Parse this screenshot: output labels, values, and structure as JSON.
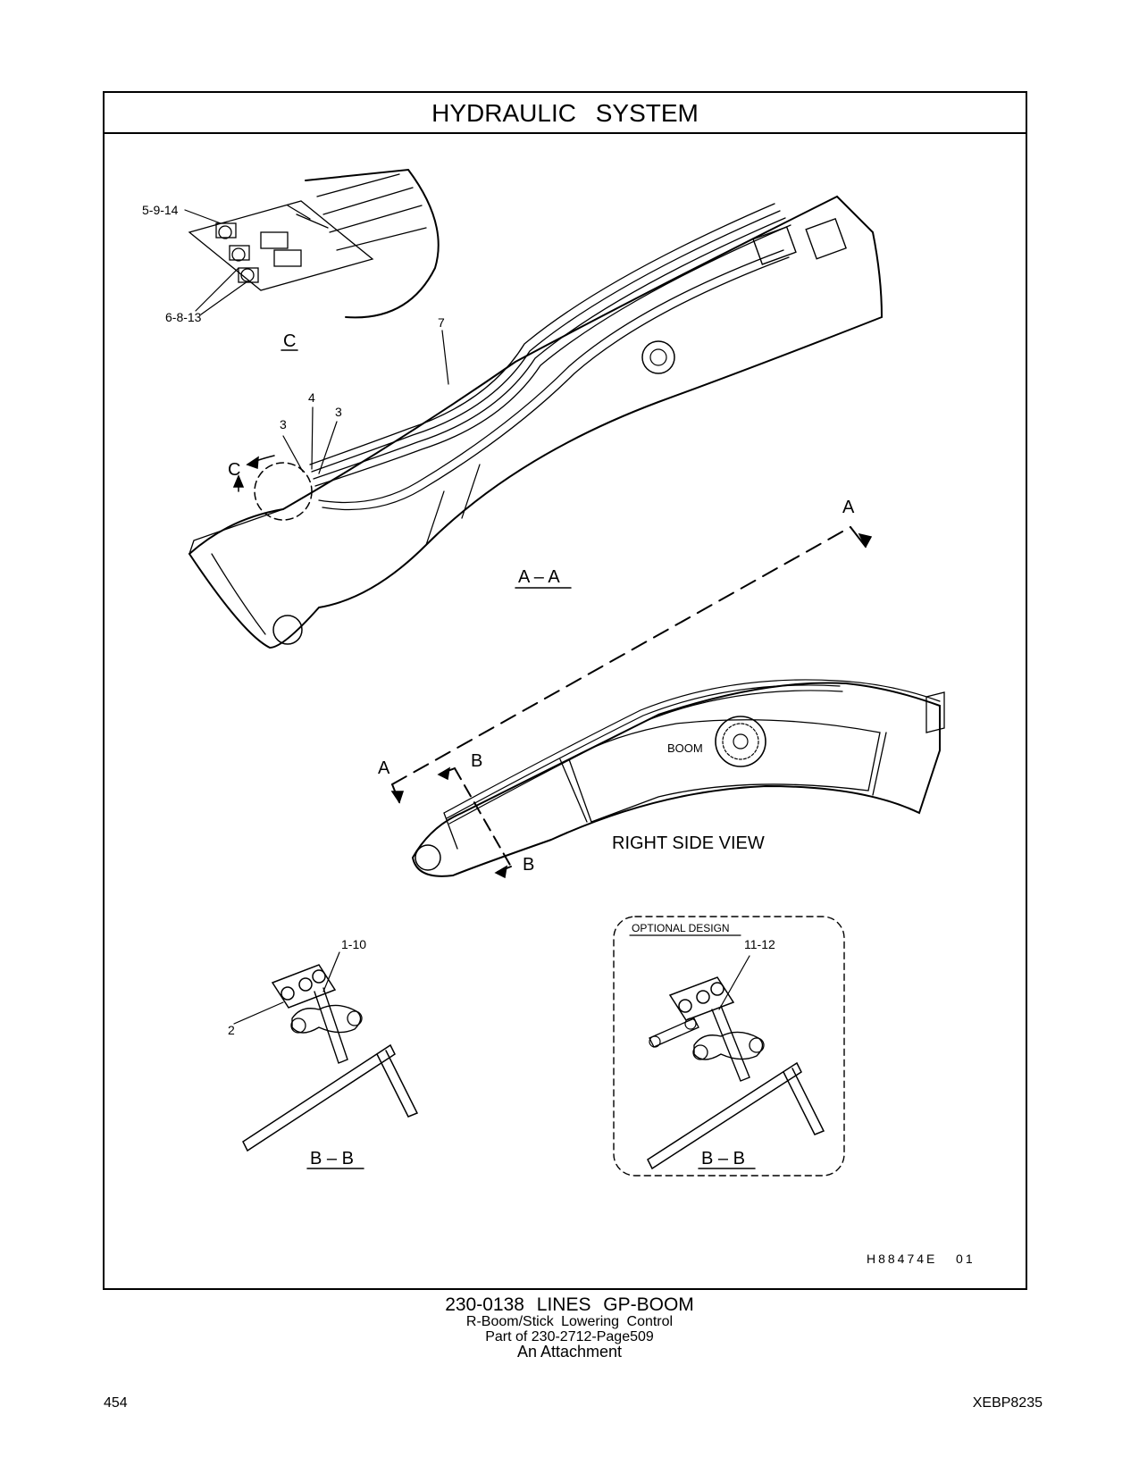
{
  "header": {
    "title": "HYDRAULIC SYSTEM"
  },
  "callouts": {
    "c_5_9_14": "5-9-14",
    "c_6_8_13": "6-8-13",
    "c_7": "7",
    "c_4": "4",
    "c_3a": "3",
    "c_3b": "3",
    "c_1_10": "1-10",
    "c_2": "2",
    "c_11_12": "11-12"
  },
  "views": {
    "detail_c_title": "C",
    "detail_c_marker": "C",
    "section_a_a": "A – A",
    "arrow_a_top": "A",
    "arrow_a_bottom": "A",
    "arrow_b_top": "B",
    "arrow_b_bottom": "B",
    "boom_label": "BOOM",
    "right_side_view": "RIGHT SIDE VIEW",
    "section_b_b_left": "B – B",
    "section_b_b_right": "B – B",
    "optional_design": "OPTIONAL DESIGN",
    "drawing_number": "H88474E   01"
  },
  "caption": {
    "line1": "230-0138 LINES GP-BOOM",
    "line2": "R-Boom/Stick Lowering Control",
    "line3": "Part of 230-2712-Page509",
    "line4": "An Attachment"
  },
  "footer": {
    "page_number": "454",
    "doc_id": "XEBP8235"
  }
}
